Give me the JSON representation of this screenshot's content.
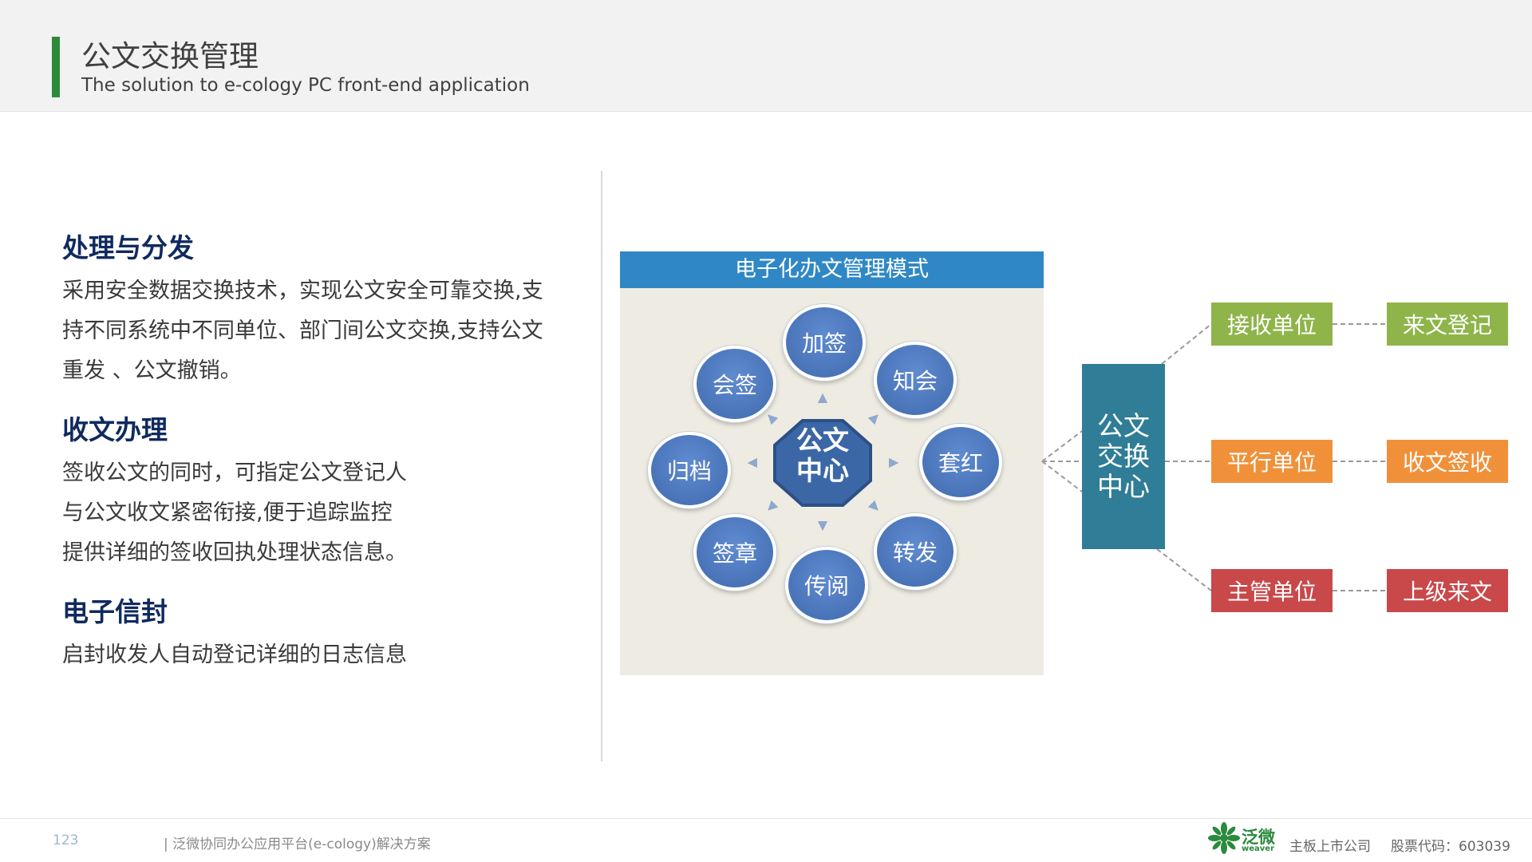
{
  "header": {
    "title": "公文交换管理",
    "subtitle": "The solution to e-cology PC front-end application",
    "accent_color": "#2d8a3a"
  },
  "sections": [
    {
      "title": "处理与分发",
      "lines": [
        "采用安全数据交换技术，实现公文安全可靠交换,支",
        "持不同系统中不同单位、部门间公文交换,支持公文",
        "重发 、公文撤销。"
      ]
    },
    {
      "title": "收文办理",
      "lines": [
        "签收公文的同时，可指定公文登记人",
        "与公文收文紧密衔接,便于追踪监控",
        "提供详细的签收回执处理状态信息。"
      ]
    },
    {
      "title": "电子信封",
      "lines": [
        "启封收发人自动登记详细的日志信息"
      ]
    }
  ],
  "diagram": {
    "title": "电子化办文管理模式",
    "center": [
      "公文",
      "中心"
    ],
    "nodes": [
      "加签",
      "知会",
      "套红",
      "转发",
      "传阅",
      "签章",
      "归档",
      "会签"
    ]
  },
  "exchange": {
    "hub": [
      "公文",
      "交换",
      "中心"
    ],
    "rows": [
      {
        "unit": "接收单位",
        "action": "来文登记",
        "color": "#8fb54a"
      },
      {
        "unit": "平行单位",
        "action": "收文签收",
        "color": "#f0913a"
      },
      {
        "unit": "主管单位",
        "action": "上级来文",
        "color": "#c9484a"
      }
    ]
  },
  "footer": {
    "page_number": "123",
    "text": "| 泛微协同办公应用平台(e-cology)解决方案",
    "logo_cn": "泛微",
    "logo_en": "weaver",
    "company": "主板上市公司",
    "stock": "股票代码：603039"
  }
}
